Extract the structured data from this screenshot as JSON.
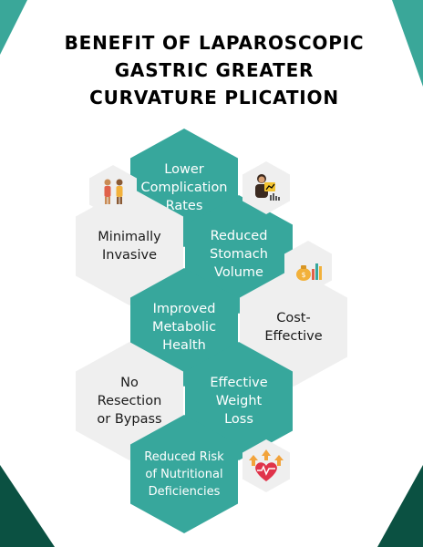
{
  "title": {
    "line1": "BENEFIT OF LAPAROSCOPIC",
    "line2": "GASTRIC GREATER",
    "line3": "CURVATURE PLICATION"
  },
  "benefits": [
    {
      "label": "Lower\nComplication\nRates",
      "style": "teal"
    },
    {
      "label": "Minimally\nInvasive",
      "style": "grey"
    },
    {
      "label": "Reduced\nStomach\nVolume",
      "style": "teal"
    },
    {
      "label": "Improved\nMetabolic\nHealth",
      "style": "teal"
    },
    {
      "label": "Cost-\nEffective",
      "style": "grey"
    },
    {
      "label": "No\nResection\nor Bypass",
      "style": "grey"
    },
    {
      "label": "Effective\nWeight\nLoss",
      "style": "teal"
    },
    {
      "label": "Reduced Risk\nof Nutritional\nDeficiencies",
      "style": "teal"
    }
  ],
  "icons": [
    "people-icon",
    "doctor-chart-icon",
    "money-chart-icon",
    "heart-arrows-icon"
  ],
  "colors": {
    "teal": "#37a79c",
    "grey_hex": "#efefef",
    "corner_dark": "#0b5142",
    "corner_light": "#3aa799"
  }
}
